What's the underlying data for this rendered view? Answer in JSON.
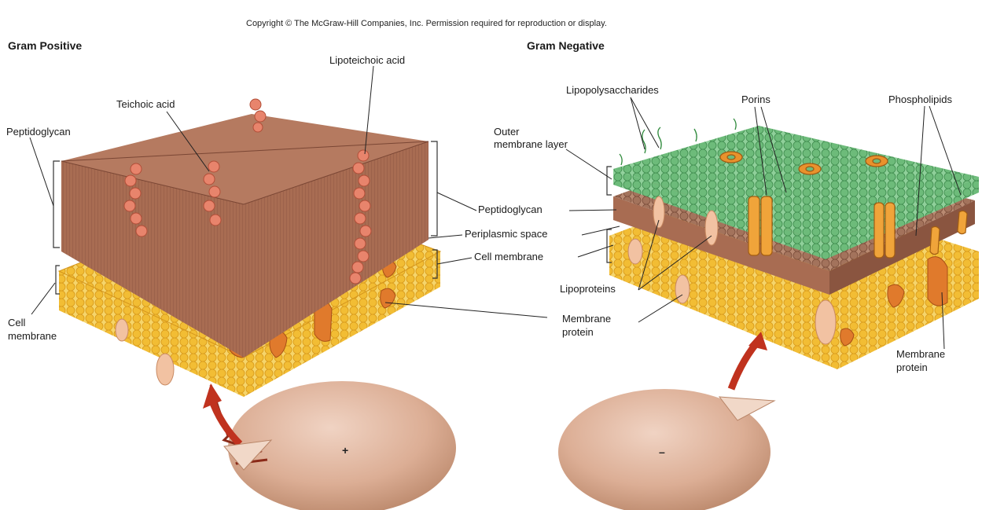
{
  "copyright": "Copyright © The McGraw-Hill Companies, Inc. Permission required for reproduction or display.",
  "left_panel": {
    "title": "Gram Positive",
    "labels": {
      "teichoic_acid": "Teichoic acid",
      "lipoteichoic_acid": "Lipoteichoic acid",
      "peptidoglycan_left": "Peptidoglycan",
      "cell_membrane_left_1": "Cell",
      "cell_membrane_left_2": "membrane"
    },
    "cell_sign": "+"
  },
  "shared_labels": {
    "peptidoglycan": "Peptidoglycan",
    "periplasmic_space": "Periplasmic space",
    "cell_membrane": "Cell membrane",
    "membrane_protein_1": "Membrane",
    "membrane_protein_2": "protein"
  },
  "right_panel": {
    "title": "Gram Negative",
    "labels": {
      "lipopolysaccharides": "Lipopolysaccharides",
      "porins": "Porins",
      "phospholipids": "Phospholipids",
      "outer_membrane_1": "Outer",
      "outer_membrane_2": "membrane layer",
      "lipoproteins": "Lipoproteins",
      "membrane_protein_1": "Membrane",
      "membrane_protein_2": "protein"
    },
    "cell_sign": "–"
  },
  "colors": {
    "peptidoglycan": "#a86c52",
    "peptidoglycan_dark": "#8a5540",
    "membrane_yellow": "#f2c037",
    "membrane_orange": "#e79a23",
    "outer_membrane_green": "#6fbf7a",
    "cell_body": "#dcae95",
    "arrow_red": "#c0321e",
    "bead": "#e8846c"
  }
}
